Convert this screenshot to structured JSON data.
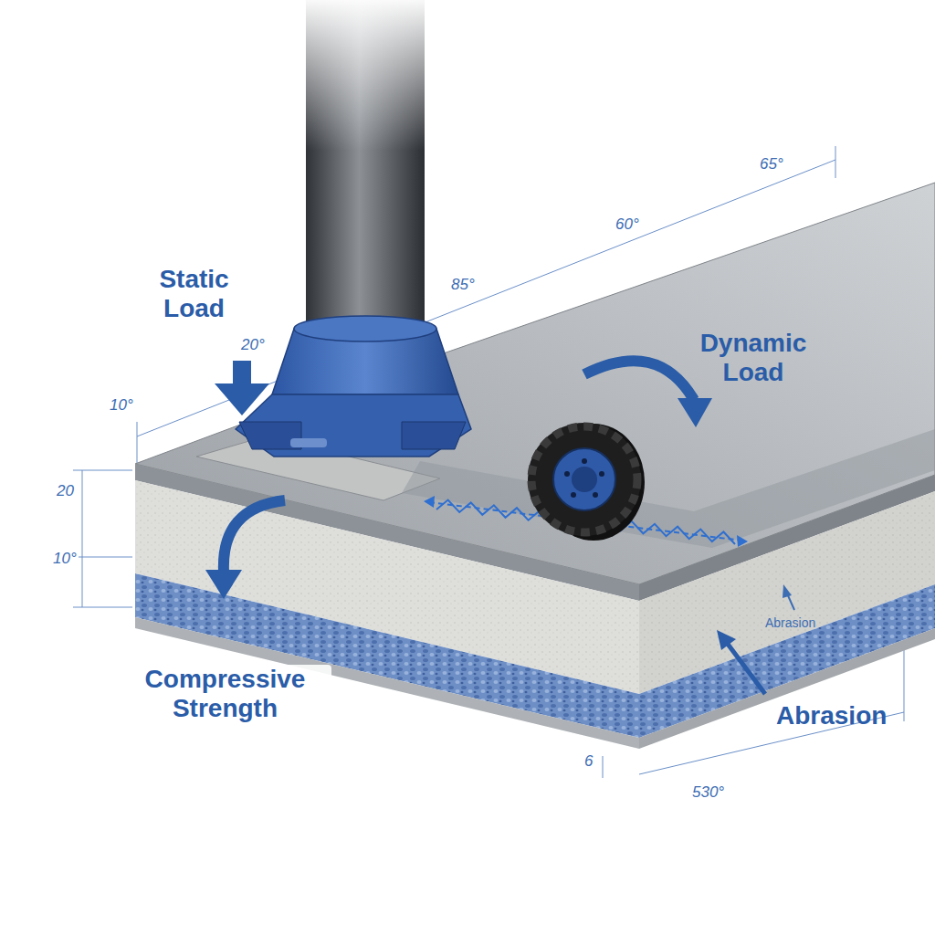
{
  "diagram": {
    "labels": [
      "65°",
      "60°",
      "85°",
      "Static Load",
      "20°",
      "Dynamic Load",
      "10°",
      "20",
      "10°",
      "Abrasion",
      "Compressive Strength",
      "Abrasion",
      "6",
      "530°"
    ]
  }
}
